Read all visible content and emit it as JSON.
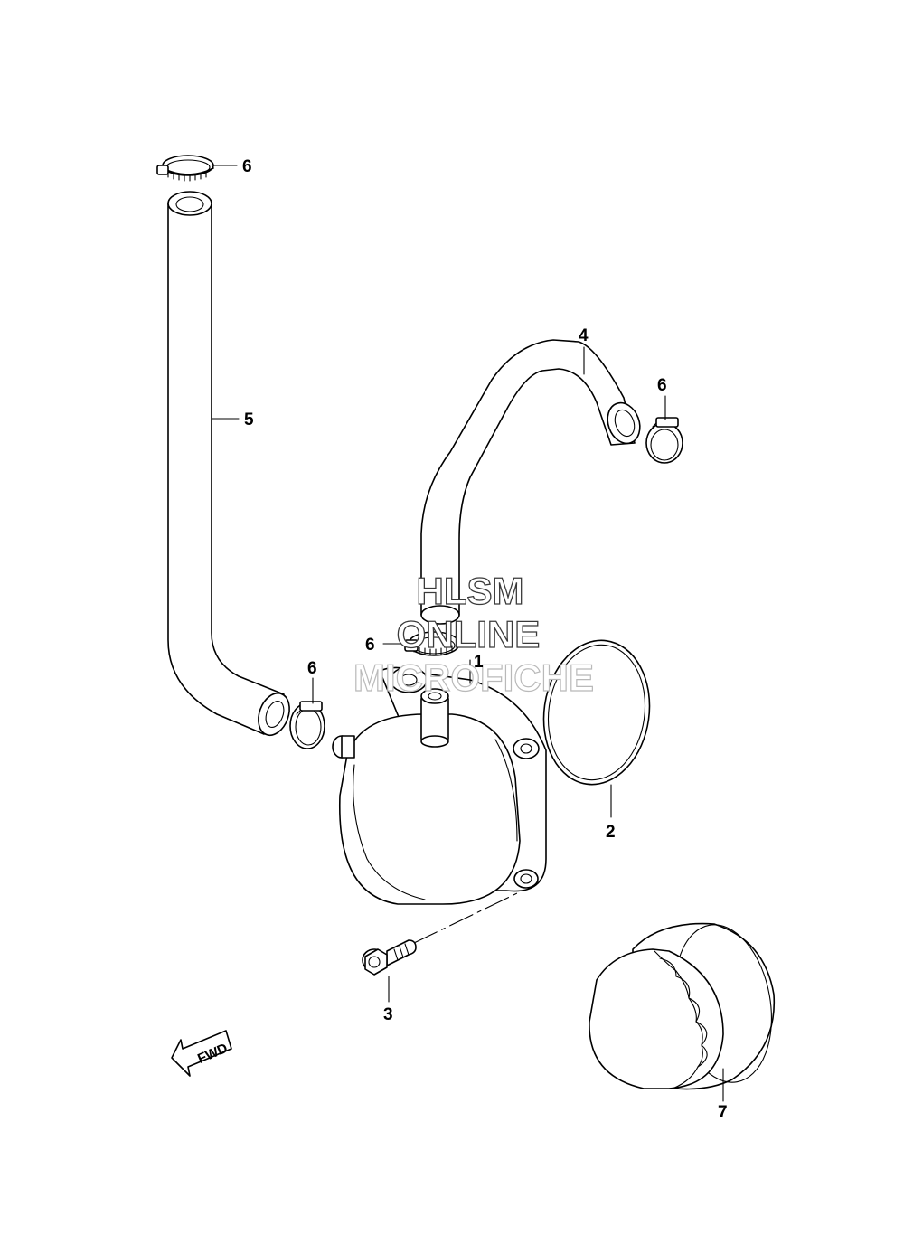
{
  "callouts": {
    "p1": "1",
    "p2": "2",
    "p3": "3",
    "p4": "4",
    "p5": "5",
    "p6_top": "6",
    "p6_right": "6",
    "p6_left": "6",
    "p6_center": "6",
    "p7": "7"
  },
  "watermark": {
    "line1": "HLSM",
    "line2": "ONLINE",
    "line3": "MICROFICHE"
  },
  "direction": {
    "label": "FWD"
  },
  "colors": {
    "ink": "#000000",
    "background": "#ffffff",
    "watermark_outline": "#3a3a3a",
    "watermark_light": "#b9b9b9"
  }
}
